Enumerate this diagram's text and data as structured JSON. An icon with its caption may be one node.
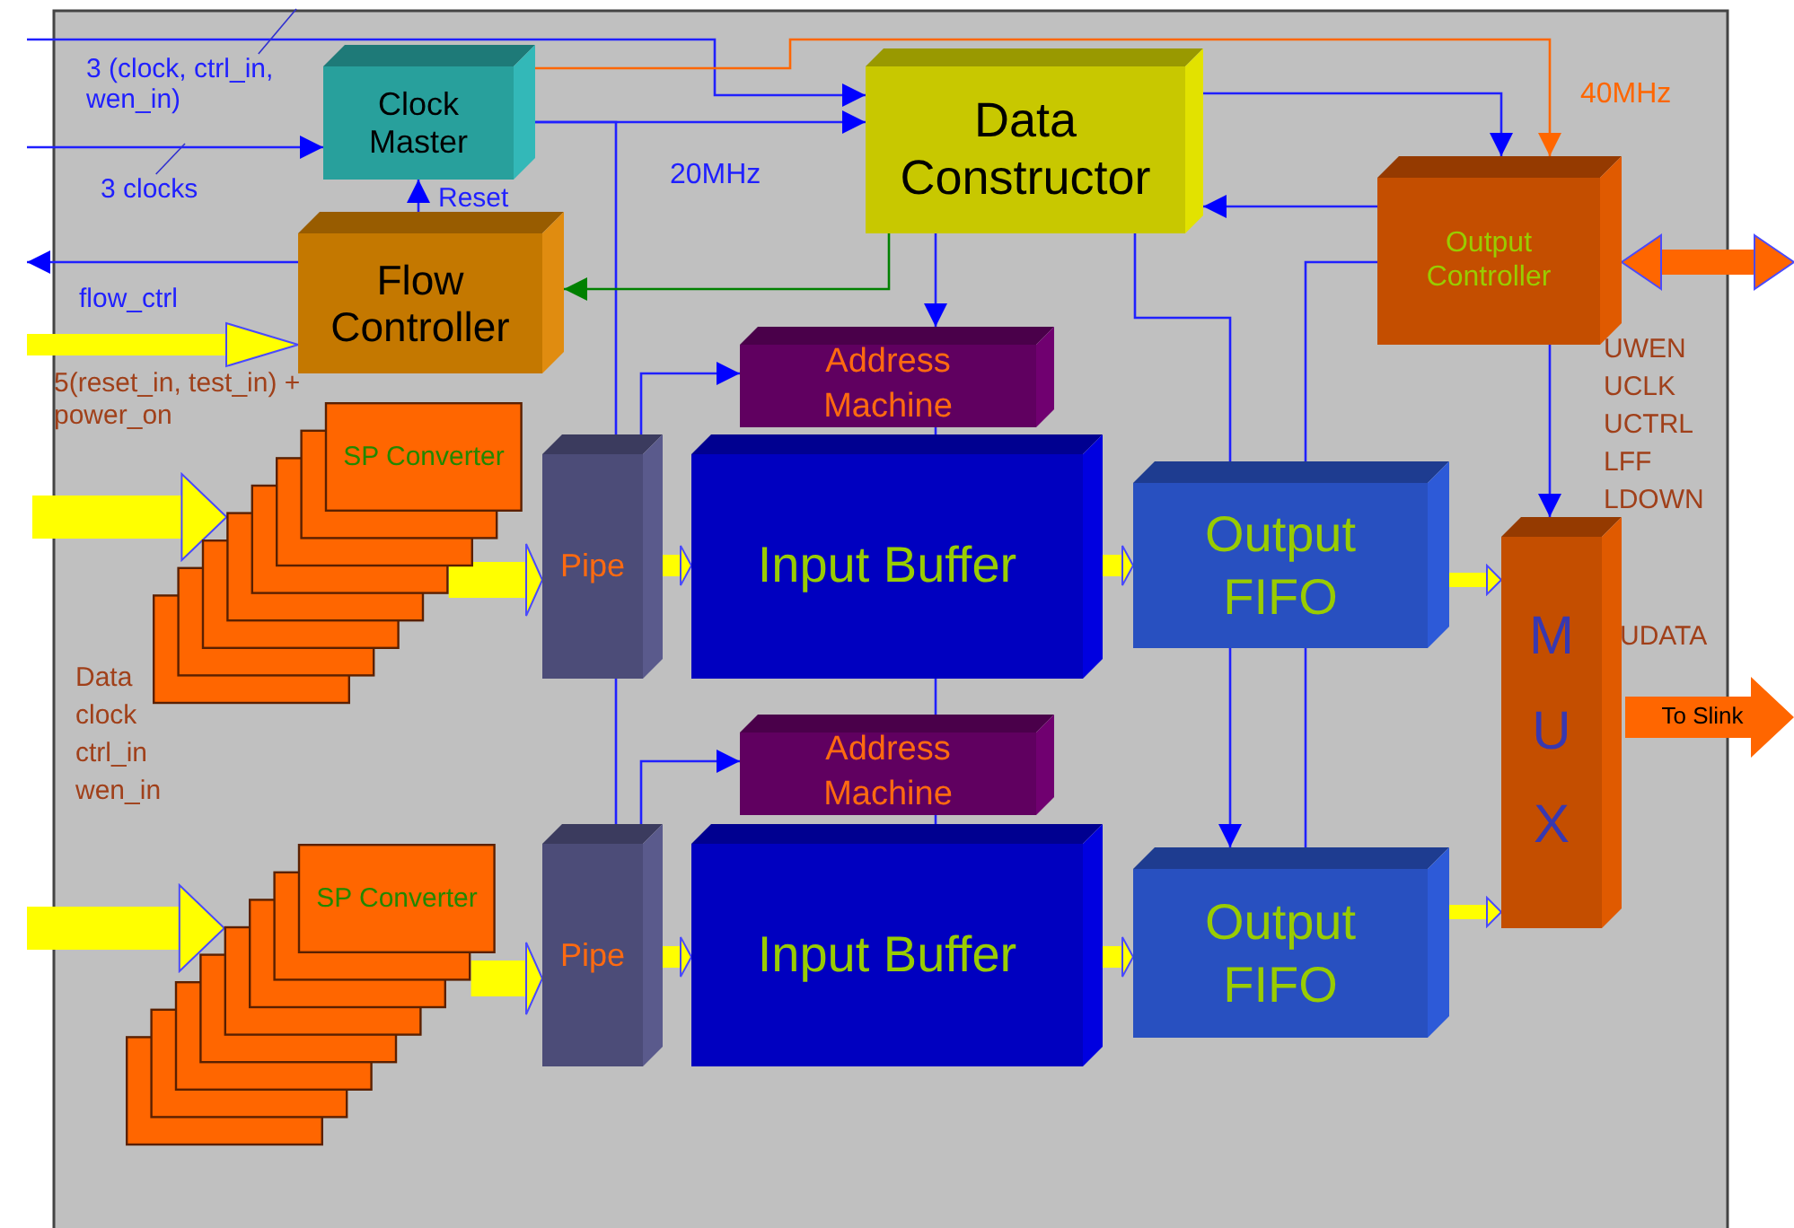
{
  "diagram": {
    "nodes": [
      {
        "text": [
          "Clock Master"
        ]
      },
      {
        "text": [
          "Flow Controller"
        ]
      },
      {
        "text": [
          "Data Constructor"
        ]
      },
      {
        "text": [
          "Output Controller"
        ]
      },
      {
        "text": [
          "Address Machine"
        ]
      },
      {
        "text": [
          "SP Converter"
        ]
      },
      {
        "text": [
          "Pipe"
        ]
      },
      {
        "text": [
          "Input Buffer"
        ]
      },
      {
        "text": [
          "Output FIFO"
        ]
      },
      {
        "text": [
          "MUX"
        ]
      },
      {
        "text": [
          "Address Machine"
        ]
      },
      {
        "text": [
          "SP Converter"
        ]
      },
      {
        "text": [
          "Pipe"
        ]
      },
      {
        "text": [
          "Input Buffer"
        ]
      },
      {
        "text": [
          "Output FIFO"
        ]
      },
      {
        "text": [
          "To Slink"
        ]
      },
      {
        "text": [
          "3 (clock, ctrl_in, wen_in)"
        ]
      },
      {
        "text": [
          "3 clocks"
        ]
      }
    ],
    "edges": [
      {
        "from": null,
        "to": 2,
        "arrow": "to"
      },
      {
        "from": null,
        "to": 0,
        "arrow": "to"
      },
      {
        "from": 0,
        "to": 2,
        "arrow": "to"
      },
      {
        "from": 0,
        "to": 3,
        "arrow": "to",
        "color": "#ff6600"
      },
      {
        "from": 0,
        "to": 6,
        "arrow": "none"
      },
      {
        "from": 6,
        "to": 12,
        "arrow": "none"
      },
      {
        "from": 6,
        "to": 4,
        "arrow": "to"
      },
      {
        "from": 12,
        "to": 10,
        "arrow": "to"
      },
      {
        "from": 1,
        "to": 0,
        "arrow": "to",
        "label": "Reset"
      },
      {
        "from": 1,
        "to": null,
        "arrow": "to",
        "label": "flow_ctrl"
      },
      {
        "from": null,
        "to": 1,
        "arrow": "to",
        "label": "5(reset_in, test_in) + power_on",
        "style": "thick",
        "color": "#ffff00"
      },
      {
        "from": 2,
        "to": 1,
        "arrow": "to",
        "color": "#008000"
      },
      {
        "from": 2,
        "to": 4,
        "arrow": "to"
      },
      {
        "from": 4,
        "to": 7,
        "arrow": "none"
      },
      {
        "from": 7,
        "to": 10,
        "arrow": "none"
      },
      {
        "from": 10,
        "to": 13,
        "arrow": "none"
      },
      {
        "from": 2,
        "to": 8,
        "arrow": "none"
      },
      {
        "from": 8,
        "to": 14,
        "arrow": "to"
      },
      {
        "from": 2,
        "to": 3,
        "arrow": "to"
      },
      {
        "from": 3,
        "to": 2,
        "arrow": "to"
      },
      {
        "from": 3,
        "to": 8,
        "arrow": "none"
      },
      {
        "from": 8,
        "to": 14,
        "arrow": "none"
      },
      {
        "from": 3,
        "to": 9,
        "arrow": "to"
      },
      {
        "from": 3,
        "to": null,
        "arrow": "both",
        "style": "thick",
        "color": "#ff6600"
      },
      {
        "from": null,
        "to": 5,
        "arrow": "to",
        "style": "thick",
        "color": "#ffff00"
      },
      {
        "from": null,
        "to": 11,
        "arrow": "to",
        "style": "thick",
        "color": "#ffff00"
      },
      {
        "from": 5,
        "to": 6,
        "arrow": "to",
        "style": "thick",
        "color": "#ffff00"
      },
      {
        "from": 11,
        "to": 12,
        "arrow": "to",
        "style": "thick",
        "color": "#ffff00"
      },
      {
        "from": 6,
        "to": 7,
        "arrow": "to",
        "style": "thick",
        "color": "#ffff00"
      },
      {
        "from": 12,
        "to": 13,
        "arrow": "to",
        "style": "thick",
        "color": "#ffff00"
      },
      {
        "from": 7,
        "to": 8,
        "arrow": "to",
        "style": "thick",
        "color": "#ffff00"
      },
      {
        "from": 13,
        "to": 14,
        "arrow": "to",
        "style": "thick",
        "color": "#ffff00"
      },
      {
        "from": 8,
        "to": 9,
        "arrow": "to",
        "style": "thick",
        "color": "#ffff00"
      },
      {
        "from": 14,
        "to": 9,
        "arrow": "to",
        "style": "thick",
        "color": "#ffff00"
      },
      {
        "from": 16,
        "to": null,
        "arrow": "none"
      },
      {
        "from": 17,
        "to": null,
        "arrow": "none"
      }
    ],
    "labels": [
      "20MHz",
      "40MHz",
      "UWEN",
      "UCLK",
      "UCTRL",
      "LFF",
      "LDOWN",
      "UDATA",
      "Data",
      "clock",
      "ctrl_in",
      "wen_in"
    ]
  }
}
